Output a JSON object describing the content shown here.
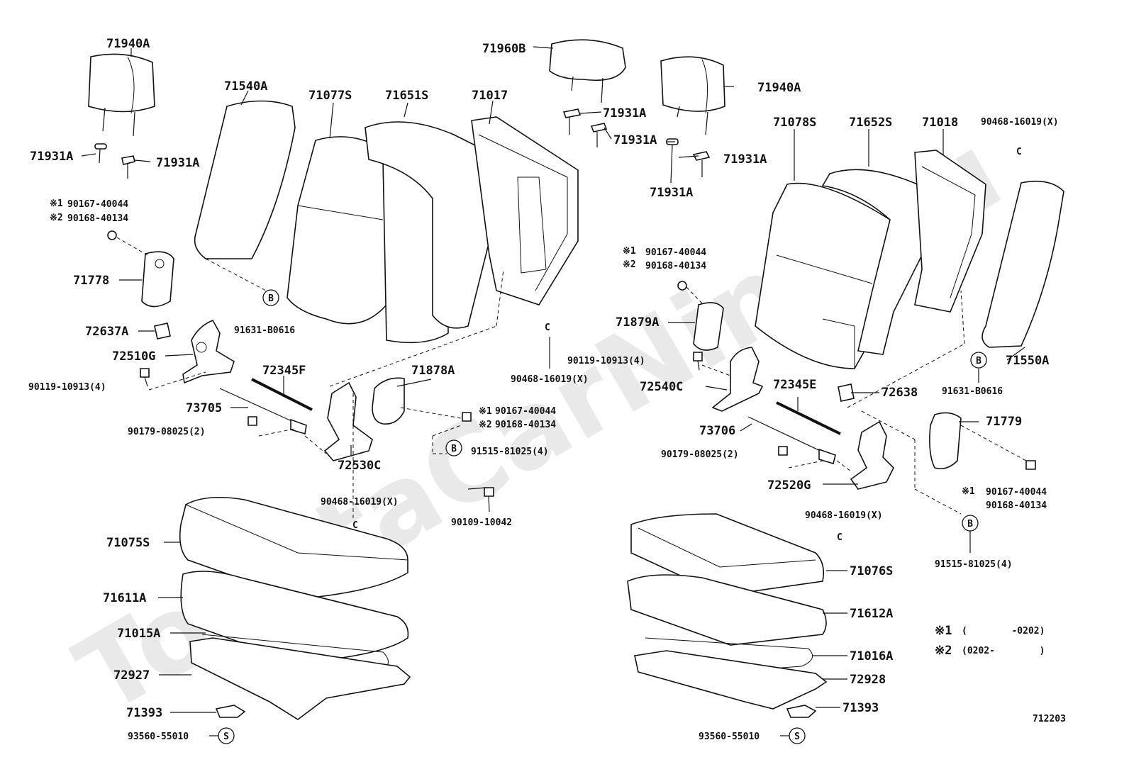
{
  "watermark": "ToyotaCarNino.ru",
  "diagram_code": "712203",
  "legend": {
    "note1_mark": "※1",
    "note1_range": "(        -0202)",
    "note2_mark": "※2",
    "note2_range": "(0202-        )"
  },
  "callouts": {
    "b": "B",
    "s": "S",
    "c": "C"
  },
  "labels": {
    "p71940A_l": "71940A",
    "p71540A": "71540A",
    "p71077S": "71077S",
    "p71651S": "71651S",
    "p71017": "71017",
    "p71960B": "71960B",
    "p71940A_r": "71940A",
    "p71931A_1": "71931A",
    "p71931A_2": "71931A",
    "p71931A_3": "71931A",
    "p71931A_4": "71931A",
    "p71931A_5": "71931A",
    "p71931A_6": "71931A",
    "p71078S": "71078S",
    "p71652S": "71652S",
    "p71018": "71018",
    "p90468_top": "90468-16019(X)",
    "m1_l": "※1",
    "p90167_l": "90167-40044",
    "m2_l": "※2",
    "p90168_l": "90168-40134",
    "p71778": "71778",
    "p91631_l": "91631-B0616",
    "p72637A": "72637A",
    "p72510G": "72510G",
    "p90119_l": "90119-10913(4)",
    "p72345F": "72345F",
    "p71878A": "71878A",
    "p73705": "73705",
    "p90179_l": "90179-08025(2)",
    "m1_c": "※1",
    "p90167_c": "90167-40044",
    "m2_c": "※2",
    "p90168_c": "90168-40134",
    "p91515_c": "91515-81025(4)",
    "p72530C": "72530C",
    "p90468_mid": "90468-16019(X)",
    "p90468_cl": "90468-16019(X)",
    "p90109": "90109-10042",
    "m1_r": "※1",
    "p90167_r": "90167-40044",
    "m2_r": "※2",
    "p90168_r": "90168-40134",
    "p71879A": "71879A",
    "p90119_r": "90119-10913(4)",
    "p72540C": "72540C",
    "p72345E": "72345E",
    "p72638": "72638",
    "p91631_r": "91631-B0616",
    "p71550A": "71550A",
    "p71779": "71779",
    "p73706": "73706",
    "p90179_r": "90179-08025(2)",
    "p72520G": "72520G",
    "m1_rr": "※1",
    "p90167_rr": "90167-40044",
    "p90168_rr": "90168-40134",
    "p91515_r": "91515-81025(4)",
    "p90468_cr": "90468-16019(X)",
    "p71075S": "71075S",
    "p71611A": "71611A",
    "p71015A": "71015A",
    "p72927": "72927",
    "p71393_l": "71393",
    "p93560_l": "93560-55010",
    "p71076S": "71076S",
    "p71612A": "71612A",
    "p71016A": "71016A",
    "p72928": "72928",
    "p71393_r": "71393",
    "p93560_r": "93560-55010"
  }
}
